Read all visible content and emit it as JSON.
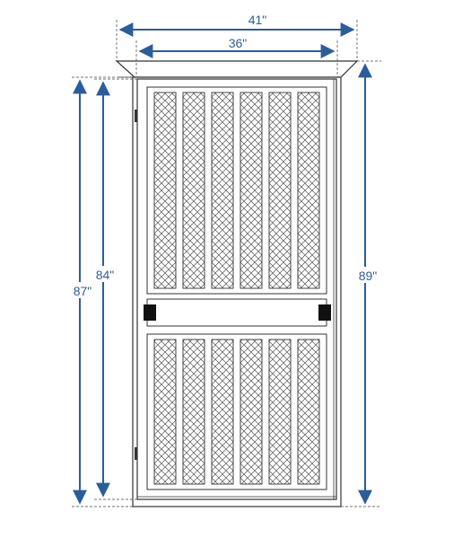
{
  "dimensions": {
    "overall_width": "41\"",
    "door_width": "36\"",
    "door_height": "84\"",
    "frame_height": "87\"",
    "overall_height": "89\""
  },
  "colors": {
    "dimension_line": "#2b5d9b",
    "door_outline": "#333333",
    "mesh": "#555555",
    "handle": "#111111",
    "extension_line": "#444444"
  },
  "door": {
    "upper_panel_slats": 6,
    "lower_panel_slats": 6,
    "handles": 2
  }
}
